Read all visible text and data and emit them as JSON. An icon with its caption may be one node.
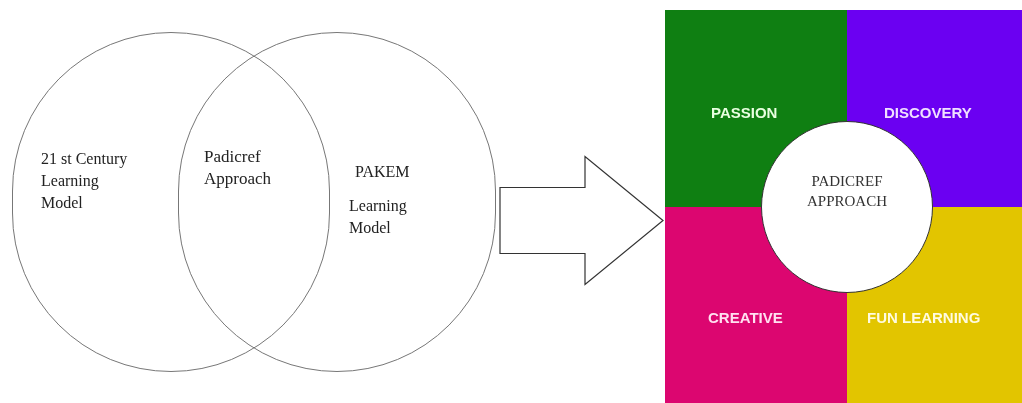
{
  "diagram": {
    "nodes": [
      {
        "text": [
          "21 st Century Learning Model"
        ]
      },
      {
        "text": [
          "Padicref Approach"
        ]
      },
      {
        "text": [
          "PAKEM",
          "Learning Model"
        ]
      },
      {
        "text": [],
        "shape": "box"
      },
      {
        "text": [
          "PASSION"
        ],
        "in": 3
      },
      {
        "text": [
          "DISCOVERY"
        ],
        "in": 3
      },
      {
        "text": [
          "CREATIVE"
        ],
        "in": 3
      },
      {
        "text": [
          "FUN LEARNING"
        ],
        "in": 3
      },
      {
        "text": [
          "PADICREF APPROACH"
        ],
        "in": 3
      }
    ],
    "edges": [
      {
        "from": 2,
        "to": 3,
        "arrow": "to"
      }
    ]
  }
}
